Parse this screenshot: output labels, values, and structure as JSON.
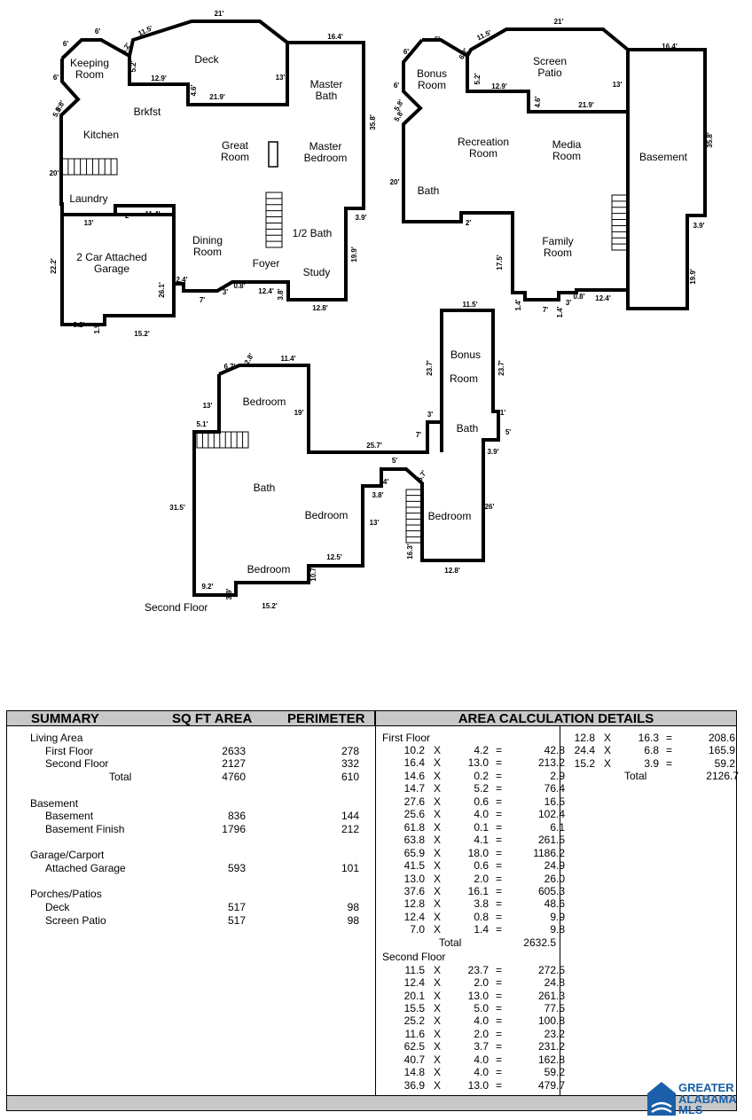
{
  "floorplan": {
    "rooms_first": [
      "Keeping Room",
      "Deck",
      "Master Bath",
      "Brkfst",
      "Kitchen",
      "Great Room",
      "Master Bedroom",
      "Laundry",
      "1/2 Bath",
      "Dining Room",
      "2 Car Attached Garage",
      "Foyer",
      "Study"
    ],
    "rooms_basement": [
      "Bonus Room",
      "Screen Patio",
      "Recreation Room",
      "Media Room",
      "Basement",
      "Bath",
      "Family Room"
    ],
    "rooms_second": [
      "Bonus Room",
      "Bedroom",
      "Bath",
      "Bath",
      "Bedroom",
      "Bedroom",
      "Bedroom"
    ],
    "second_floor_label": "Second Floor",
    "dims_first": [
      "21'",
      "11.5'",
      "6'",
      "6'",
      "6.2'",
      "16.4'",
      "6'",
      "5.2'",
      "12.9'",
      "13'",
      "4.6'",
      "21.9'",
      "5.8'",
      "5.8'",
      "35.8'",
      "20'",
      "13'",
      "2'",
      "11.4'",
      "3.9'",
      "22.2'",
      "26.1'",
      "19.9'",
      "2.4'",
      "7'",
      "3'",
      "0.8'",
      "12.4'",
      "3.8'",
      "9.2'",
      "1.9'",
      "15.2'",
      "12.8'"
    ],
    "dims_basement": [
      "21'",
      "11.5'",
      "6'",
      "6'",
      "6.2'",
      "16.4'",
      "6'",
      "5.2'",
      "12.9'",
      "13'",
      "4.6'",
      "21.9'",
      "5.8'",
      "5.8'",
      "35.8'",
      "20'",
      "2'",
      "3.9'",
      "17.5'",
      "19.9'",
      "1.4'",
      "7'",
      "1.4'",
      "3'",
      "0.8'",
      "12.4'"
    ],
    "dims_second": [
      "11.5'",
      "23.7'",
      "23.7'",
      "6.7'",
      "2.8'",
      "11.4'",
      "13'",
      "19'",
      "3'",
      "1'",
      "5.1'",
      "7'",
      "5'",
      "25.7'",
      "3.9'",
      "5'",
      "4'",
      "5.7'",
      "3.8'",
      "31.5'",
      "13'",
      "26'",
      "12.5'",
      "10.7'",
      "16.3'",
      "9.2'",
      "3.9'",
      "15.2'",
      "12.8'"
    ]
  },
  "summary": {
    "headers": {
      "summary": "SUMMARY",
      "sqft": "SQ FT AREA",
      "perimeter": "PERIMETER",
      "details": "AREA CALCULATION DETAILS"
    },
    "rows": [
      {
        "label": "Living Area",
        "indent": 0,
        "area": "",
        "perim": ""
      },
      {
        "label": "First Floor",
        "indent": 1,
        "area": "2633",
        "perim": "278"
      },
      {
        "label": "Second Floor",
        "indent": 1,
        "area": "2127",
        "perim": "332"
      },
      {
        "label": "Total",
        "indent": 2,
        "area": "4760",
        "perim": "610"
      },
      {
        "label": "",
        "indent": 0,
        "area": "",
        "perim": ""
      },
      {
        "label": "Basement",
        "indent": 0,
        "area": "",
        "perim": ""
      },
      {
        "label": "Basement",
        "indent": 1,
        "area": "836",
        "perim": "144"
      },
      {
        "label": "Basement Finish",
        "indent": 1,
        "area": "1796",
        "perim": "212"
      },
      {
        "label": "",
        "indent": 0,
        "area": "",
        "perim": ""
      },
      {
        "label": "Garage/Carport",
        "indent": 0,
        "area": "",
        "perim": ""
      },
      {
        "label": "Attached Garage",
        "indent": 1,
        "area": "593",
        "perim": "101"
      },
      {
        "label": "",
        "indent": 0,
        "area": "",
        "perim": ""
      },
      {
        "label": "Porches/Patios",
        "indent": 0,
        "area": "",
        "perim": ""
      },
      {
        "label": "Deck",
        "indent": 1,
        "area": "517",
        "perim": "98"
      },
      {
        "label": "Screen Patio",
        "indent": 1,
        "area": "517",
        "perim": "98"
      }
    ],
    "calc_col1_title1": "First Floor",
    "calc_first": [
      [
        "10.2",
        "4.2",
        "42.8"
      ],
      [
        "16.4",
        "13.0",
        "213.2"
      ],
      [
        "14.6",
        "0.2",
        "2.9"
      ],
      [
        "14.7",
        "5.2",
        "76.4"
      ],
      [
        "27.6",
        "0.6",
        "16.5"
      ],
      [
        "25.6",
        "4.0",
        "102.4"
      ],
      [
        "61.8",
        "0.1",
        "6.1"
      ],
      [
        "63.8",
        "4.1",
        "261.5"
      ],
      [
        "65.9",
        "18.0",
        "1186.2"
      ],
      [
        "41.5",
        "0.6",
        "24.9"
      ],
      [
        "13.0",
        "2.0",
        "26.0"
      ],
      [
        "37.6",
        "16.1",
        "605.3"
      ],
      [
        "12.8",
        "3.8",
        "48.6"
      ],
      [
        "12.4",
        "0.8",
        "9.9"
      ],
      [
        "7.0",
        "1.4",
        "9.8"
      ]
    ],
    "first_total_label": "Total",
    "first_total": "2632.5",
    "calc_col1_title2": "Second Floor",
    "calc_second": [
      [
        "11.5",
        "23.7",
        "272.5"
      ],
      [
        "12.4",
        "2.0",
        "24.8"
      ],
      [
        "20.1",
        "13.0",
        "261.3"
      ],
      [
        "15.5",
        "5.0",
        "77.5"
      ],
      [
        "25.2",
        "4.0",
        "100.8"
      ],
      [
        "11.6",
        "2.0",
        "23.2"
      ],
      [
        "62.5",
        "3.7",
        "231.2"
      ],
      [
        "40.7",
        "4.0",
        "162.8"
      ],
      [
        "14.8",
        "4.0",
        "59.2"
      ],
      [
        "36.9",
        "13.0",
        "479.7"
      ]
    ],
    "calc_second_cont": [
      [
        "12.8",
        "16.3",
        "208.6"
      ],
      [
        "24.4",
        "6.8",
        "165.9"
      ],
      [
        "15.2",
        "3.9",
        "59.2"
      ]
    ],
    "second_total_label": "Total",
    "second_total": "2126.7",
    "times": "X",
    "equals": "="
  },
  "logo": {
    "line1": "GREATER",
    "line2": "ALABAMA",
    "line3": "MLS",
    "color": "#1a5fa8"
  }
}
